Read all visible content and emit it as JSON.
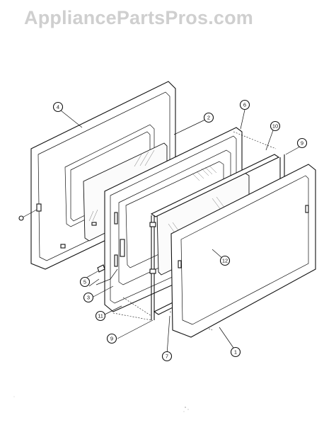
{
  "watermark": "AppliancePartsPros.com",
  "callouts": [
    {
      "id": "4",
      "label": "4"
    },
    {
      "id": "2",
      "label": "2"
    },
    {
      "id": "6",
      "label": "6"
    },
    {
      "id": "10",
      "label": "10"
    },
    {
      "id": "9a",
      "label": "9"
    },
    {
      "id": "12",
      "label": "12"
    },
    {
      "id": "5",
      "label": "5"
    },
    {
      "id": "3",
      "label": "3"
    },
    {
      "id": "11",
      "label": "11"
    },
    {
      "id": "9b",
      "label": "9"
    },
    {
      "id": "7",
      "label": "7"
    },
    {
      "id": "1",
      "label": "1"
    }
  ]
}
